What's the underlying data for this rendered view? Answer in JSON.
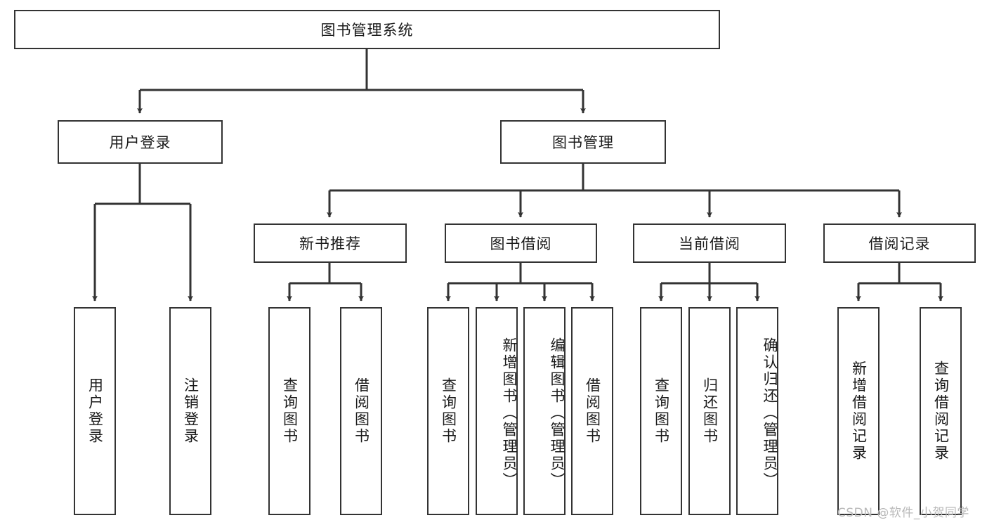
{
  "diagram": {
    "title": "图书管理系统",
    "type": "hierarchy-tree",
    "watermark": "CSDN @软件_小贺同学",
    "colors": {
      "stroke": "#333333",
      "fill": "#ffffff",
      "text": "#1a1a1a",
      "watermark": "#b9b9b9"
    },
    "root": {
      "label": "图书管理系统"
    },
    "level2": [
      {
        "label": "用户登录"
      },
      {
        "label": "图书管理"
      }
    ],
    "level3": [
      {
        "label": "新书推荐"
      },
      {
        "label": "图书借阅"
      },
      {
        "label": "当前借阅"
      },
      {
        "label": "借阅记录"
      }
    ],
    "leaves": {
      "user_login": [
        {
          "label": "用户登录"
        },
        {
          "label": "注销登录"
        }
      ],
      "new_book_recommend": [
        {
          "label": "查询图书"
        },
        {
          "label": "借阅图书"
        }
      ],
      "book_borrow": [
        {
          "label": "查询图书"
        },
        {
          "label": "新增图书（管理员）"
        },
        {
          "label": "编辑图书（管理员）"
        },
        {
          "label": "借阅图书"
        }
      ],
      "current_borrow": [
        {
          "label": "查询图书"
        },
        {
          "label": "归还图书"
        },
        {
          "label": "确认归还（管理员）"
        }
      ],
      "borrow_record": [
        {
          "label": "新增借阅记录"
        },
        {
          "label": "查询借阅记录"
        }
      ]
    }
  }
}
